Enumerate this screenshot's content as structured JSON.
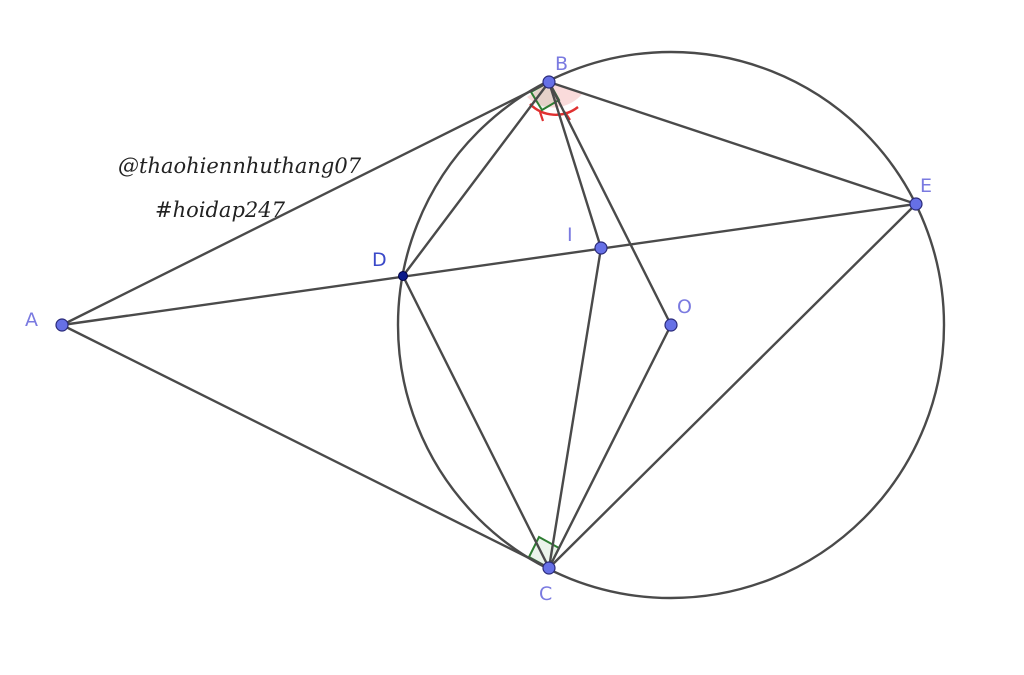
{
  "captions": {
    "author": "@thaohiennhuthang07",
    "tag": "#hoidap247"
  },
  "points": {
    "A": "A",
    "B": "B",
    "C": "C",
    "D": "D",
    "E": "E",
    "I": "I",
    "O": "O"
  },
  "colors": {
    "line": "#4a4a4a",
    "point": "#6670e6",
    "point_dark": "#0a1a8a",
    "right_angle": "#2e7d32",
    "angle_mark": "#e03030"
  }
}
